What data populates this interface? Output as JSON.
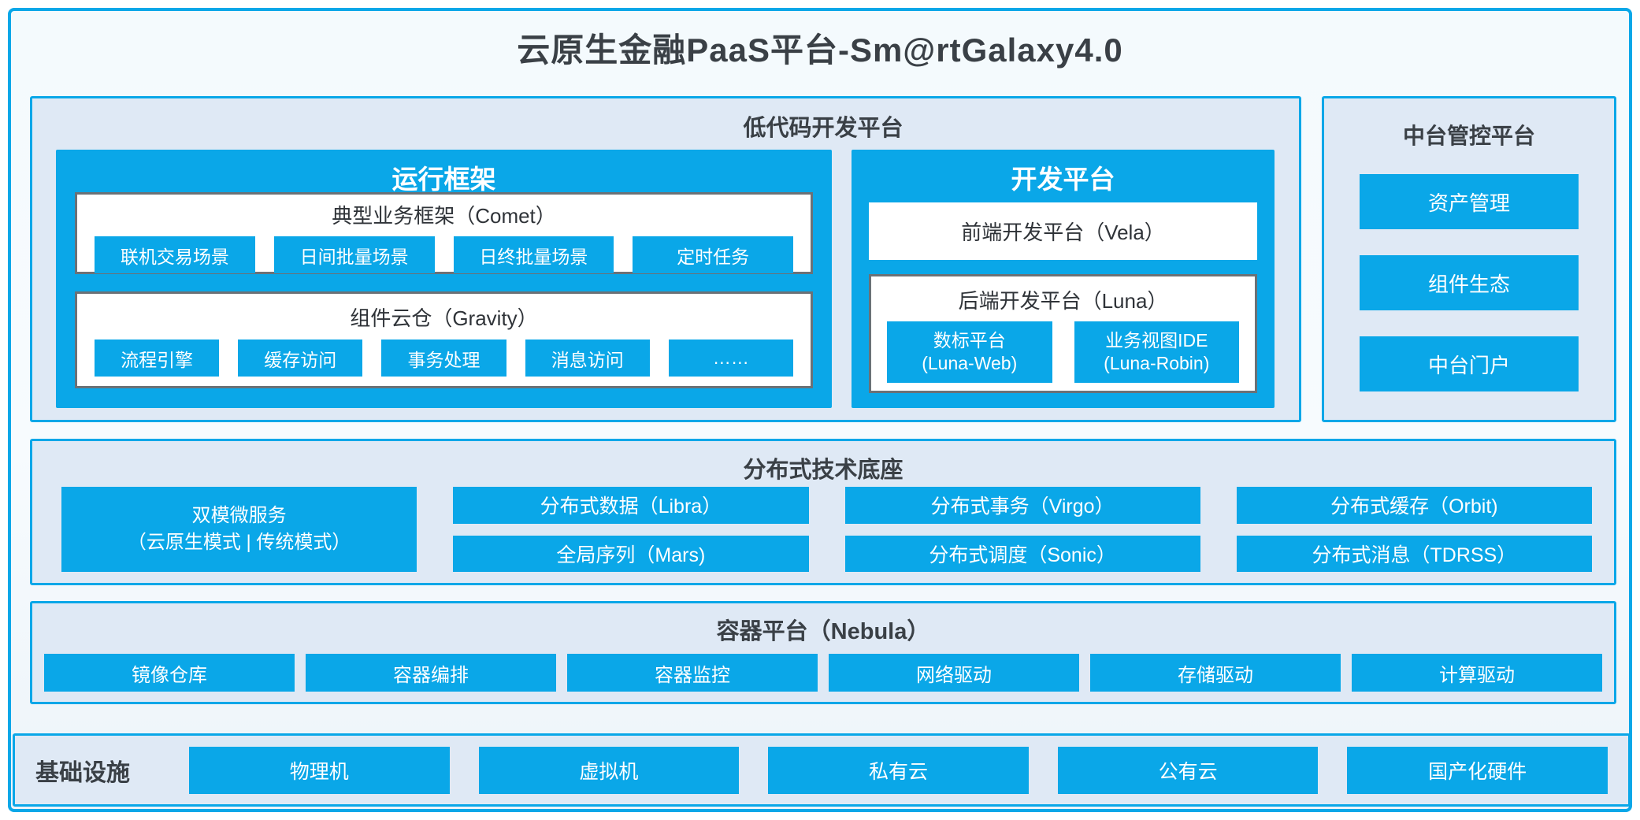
{
  "title": "云原生金融PaaS平台-Sm@rtGalaxy4.0",
  "colors": {
    "accent": "#0aa7e8",
    "panel_bg": "#dfe9f5",
    "box_border": "#6b7176",
    "dark_text": "#3a4046",
    "white": "#ffffff"
  },
  "low_code": {
    "title": "低代码开发平台",
    "runtime": {
      "title": "运行框架",
      "comet": {
        "title": "典型业务框架（Comet）",
        "items": [
          "联机交易场景",
          "日间批量场景",
          "日终批量场景",
          "定时任务"
        ]
      },
      "gravity": {
        "title": "组件云仓（Gravity）",
        "items": [
          "流程引擎",
          "缓存访问",
          "事务处理",
          "消息访问",
          "……"
        ]
      }
    },
    "dev": {
      "title": "开发平台",
      "vela": "前端开发平台（Vela）",
      "luna": {
        "title": "后端开发平台（Luna）",
        "items": [
          {
            "line1": "数标平台",
            "line2": "(Luna-Web)"
          },
          {
            "line1": "业务视图IDE",
            "line2": "(Luna-Robin)"
          }
        ]
      }
    }
  },
  "mid_platform": {
    "title": "中台管控平台",
    "items": [
      "资产管理",
      "组件生态",
      "中台门户"
    ]
  },
  "distributed": {
    "title": "分布式技术底座",
    "dual_mode": {
      "line1": "双模微服务",
      "line2": "（云原生模式 | 传统模式）"
    },
    "columns": [
      [
        "分布式数据（Libra）",
        "全局序列（Mars)"
      ],
      [
        "分布式事务（Virgo）",
        "分布式调度（Sonic）"
      ],
      [
        "分布式缓存（Orbit)",
        "分布式消息（TDRSS）"
      ]
    ]
  },
  "container_platform": {
    "title": "容器平台（Nebula）",
    "items": [
      "镜像仓库",
      "容器编排",
      "容器监控",
      "网络驱动",
      "存储驱动",
      "计算驱动"
    ]
  },
  "infrastructure": {
    "title": "基础设施",
    "items": [
      "物理机",
      "虚拟机",
      "私有云",
      "公有云",
      "国产化硬件"
    ]
  }
}
